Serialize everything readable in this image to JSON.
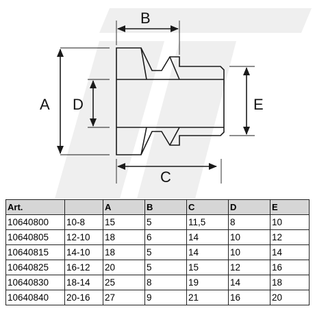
{
  "drawing": {
    "labels": {
      "a": "A",
      "b": "B",
      "c": "C",
      "d": "D",
      "e": "E"
    },
    "line_color": "#1a1a1a",
    "watermark_color": "#eeeeee"
  },
  "table": {
    "header_bg": "#d6d6d6",
    "headers": [
      "Art.",
      "",
      "A",
      "B",
      "C",
      "D",
      "E"
    ],
    "rows": [
      [
        "10640800",
        "10-8",
        "15",
        "5",
        "11,5",
        "8",
        "10"
      ],
      [
        "10640805",
        "12-10",
        "18",
        "6",
        "14",
        "10",
        "12"
      ],
      [
        "10640815",
        "14-10",
        "18",
        "5",
        "14",
        "10",
        "14"
      ],
      [
        "10640825",
        "16-12",
        "20",
        "5",
        "15",
        "12",
        "16"
      ],
      [
        "10640830",
        "18-14",
        "25",
        "8",
        "19",
        "14",
        "18"
      ],
      [
        "10640840",
        "20-16",
        "27",
        "9",
        "21",
        "16",
        "20"
      ]
    ]
  }
}
